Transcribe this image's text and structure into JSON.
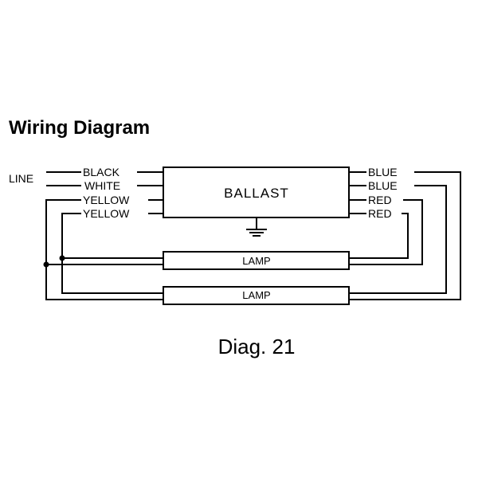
{
  "title": "Wiring Diagram",
  "ballast_label": "BALLAST",
  "line_label": "LINE",
  "left_wires": [
    "BLACK",
    "WHITE",
    "YELLOW",
    "YELLOW"
  ],
  "right_wires": [
    "BLUE",
    "BLUE",
    "RED",
    "RED"
  ],
  "lamps": [
    "LAMP",
    "LAMP"
  ],
  "caption": "Diag. 21"
}
